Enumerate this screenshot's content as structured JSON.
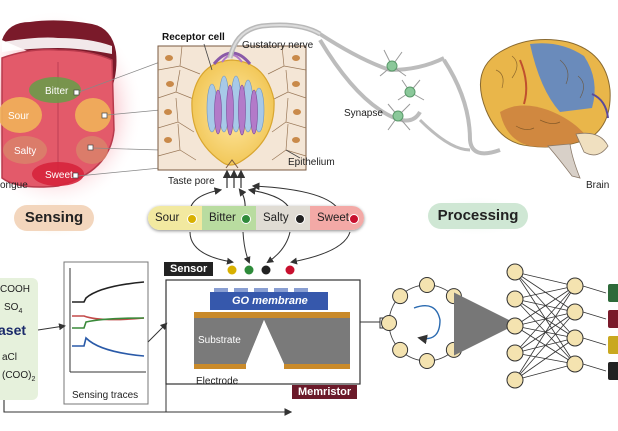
{
  "tongue": {
    "regions": {
      "bitter": "Bitter",
      "sour": "Sour",
      "salty": "Salty",
      "sweet": "Sweet"
    },
    "label": "ongue"
  },
  "taste_bud": {
    "receptor_cell": "Receptor cell",
    "gustatory_nerve": "Gustatory nerve",
    "taste_pore": "Taste pore",
    "epithelium": "Epithelium"
  },
  "brain": {
    "synapse": "Synapse",
    "label": "Brain"
  },
  "sections": {
    "sensing": "Sensing",
    "processing": "Processing"
  },
  "tastes": [
    {
      "label": "Sour",
      "color": "#f2e9a0",
      "dot": "#d8b000"
    },
    {
      "label": "Bitter",
      "color": "#b9dca0",
      "dot": "#2e8b3a"
    },
    {
      "label": "Salty",
      "color": "#e0dcd4",
      "dot": "#222222"
    },
    {
      "label": "Sweet",
      "color": "#f3a9a6",
      "dot": "#c8102e"
    }
  ],
  "sensor": {
    "tag": "Sensor",
    "membrane": "GO membrane",
    "substrate": "Substrate",
    "electrode": "Electrode",
    "memristor": "Memristor"
  },
  "traces": {
    "label": "Sensing traces"
  },
  "dataset": {
    "items": [
      "COOH",
      "SO",
      "aset",
      "aCl",
      "(COO)"
    ],
    "subs": [
      "",
      "4",
      "",
      "",
      "2"
    ]
  },
  "colors": {
    "tongue": "#e35a6a",
    "brain_frontal": "#e9b64a",
    "brain_parietal": "#5c86c8",
    "brain_temporal": "#d08840",
    "go_membrane": "#2b4fa8",
    "memristor_tag": "#6b1a2a",
    "node_fill": "#f4e3b0"
  }
}
